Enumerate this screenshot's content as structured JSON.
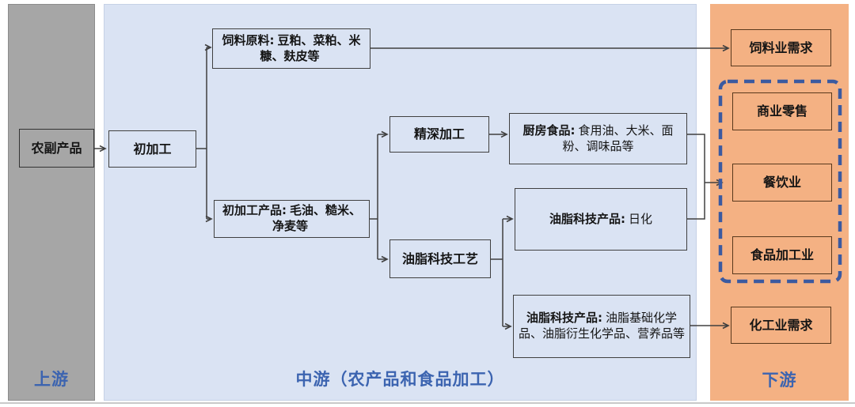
{
  "panels": {
    "upstream": {
      "label": "上游"
    },
    "midstream": {
      "label": "中游（农产品和食品加工）"
    },
    "downstream": {
      "label": "下游"
    }
  },
  "nodes": {
    "agri_products": {
      "text": "农副产品"
    },
    "primary_processing": {
      "text": "初加工"
    },
    "feed_materials": {
      "label": "饲料原料:",
      "text": "豆粕、菜粕、米糠、麸皮等"
    },
    "primary_products": {
      "label": "初加工产品:",
      "text": "毛油、糙米、净麦等"
    },
    "deep_processing": {
      "text": "精深加工"
    },
    "oleo_process": {
      "text": "油脂科技工艺"
    },
    "kitchen_food": {
      "label": "厨房食品:",
      "text": "食用油、大米、面粉、调味品等"
    },
    "oleo_daily": {
      "label": "油脂科技产品:",
      "text": "日化"
    },
    "oleo_chem": {
      "label": "油脂科技产品:",
      "text": "油脂基础化学品、油脂衍生化学品、营养品等"
    },
    "feed_demand": {
      "text": "饲料业需求"
    },
    "retail": {
      "text": "商业零售"
    },
    "catering": {
      "text": "餐饮业"
    },
    "food_industry": {
      "text": "食品加工业"
    },
    "chem_demand": {
      "text": "化工业需求"
    }
  },
  "colors": {
    "upstream_bg": "#a6a6a6",
    "midstream_bg": "#dae3f3",
    "downstream_bg": "#f4b183",
    "section_label_text": "#3c64b0",
    "dashed_group_border": "#3b5aa0",
    "connector_line": "#404040",
    "orange_box_border": "#59391d",
    "default_box_border": "#404040"
  }
}
